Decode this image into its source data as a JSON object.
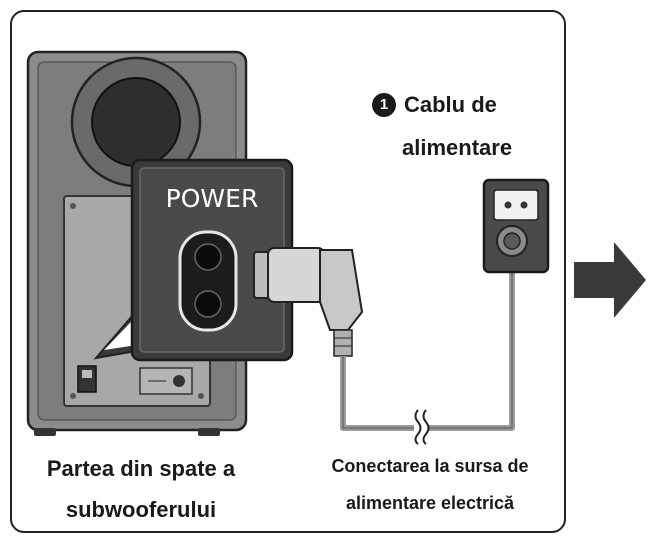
{
  "step_number": "1",
  "cable_label_line1": "Cablu de",
  "cable_label_line2": "alimentare",
  "power_port_label": "POWER",
  "subwoofer_caption_line1": "Partea din spate a",
  "subwoofer_caption_line2": "subwooferului",
  "outlet_caption_line1": "Conectarea la sursa de",
  "outlet_caption_line2": "alimentare electrică",
  "next_step_arrow": "right-arrow-icon",
  "colors": {
    "frame": "#222222",
    "subwoofer_body": "#8c8c8c",
    "callout_box": "#3a3a3a",
    "cable": "#9a9a9a",
    "arrow": "#3a3a3a"
  }
}
